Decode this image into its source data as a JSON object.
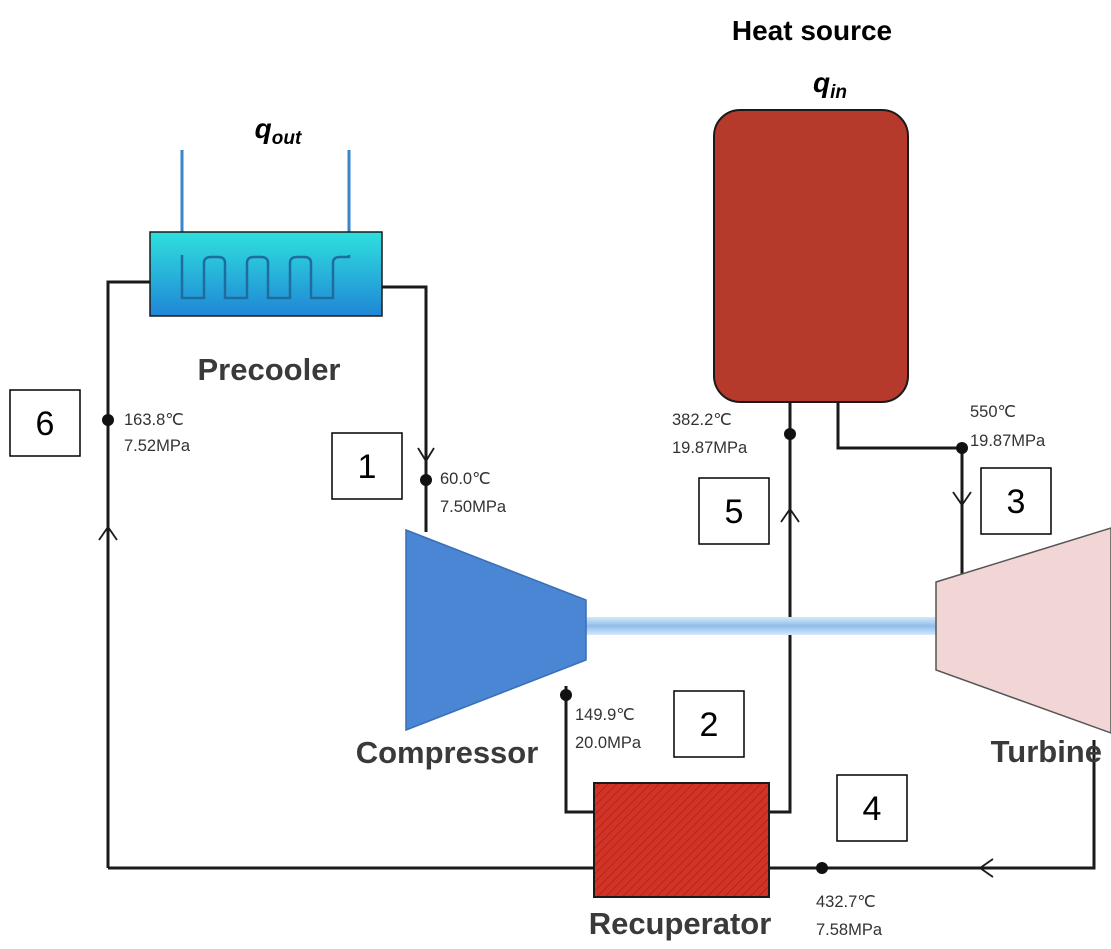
{
  "heat_source": {
    "title": "Heat source",
    "q_symbol": "q",
    "q_sub": "in"
  },
  "heat_sink": {
    "q_symbol": "q",
    "q_sub": "out"
  },
  "components": {
    "precooler": "Precooler",
    "compressor": "Compressor",
    "recuperator": "Recuperator",
    "turbine": "Turbine"
  },
  "states": [
    {
      "number": "1",
      "temperature": "60.0℃",
      "pressure": "7.50MPa"
    },
    {
      "number": "2",
      "temperature": "149.9℃",
      "pressure": "20.0MPa"
    },
    {
      "number": "3",
      "temperature": "550℃",
      "pressure": "19.87MPa"
    },
    {
      "number": "4",
      "temperature": "432.7℃",
      "pressure": "7.58MPa"
    },
    {
      "number": "5",
      "temperature": "382.2℃",
      "pressure": "19.87MPa"
    },
    {
      "number": "6",
      "temperature": "163.8℃",
      "pressure": "7.52MPa"
    }
  ],
  "colors": {
    "heat_source": "#b53a2c",
    "recuperator": "#d13326",
    "compressor": "#4a86d4",
    "turbine": "#f2d6d6",
    "precooler": "#22b8d8",
    "shaft": "#a9cdf0"
  }
}
